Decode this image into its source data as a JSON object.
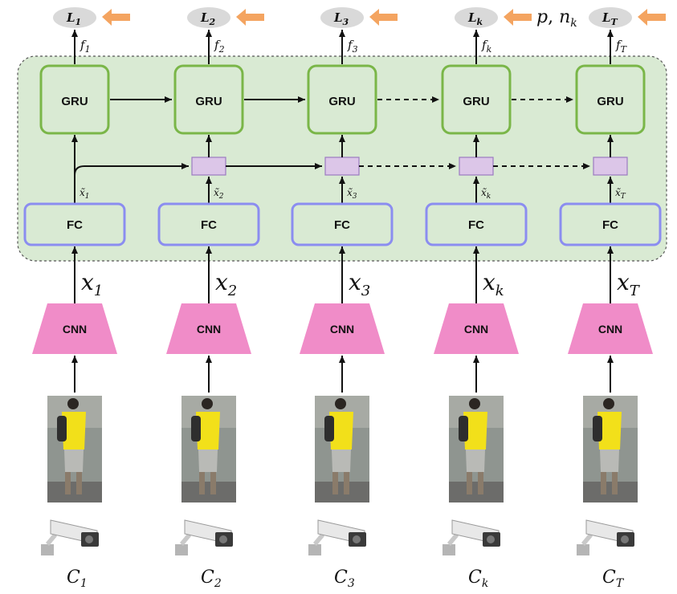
{
  "blocks": {
    "gru": "GRU",
    "fc": "FC",
    "cnn": "CNN"
  },
  "columns": [
    {
      "loss": "L",
      "loss_sub": "1",
      "f": "f",
      "f_sub": "1",
      "xt": "x̃",
      "xt_sub": "1",
      "x": "x",
      "x_sub": "1",
      "c": "C",
      "c_sub": "1"
    },
    {
      "loss": "L",
      "loss_sub": "2",
      "f": "f",
      "f_sub": "2",
      "xt": "x̃",
      "xt_sub": "2",
      "x": "x",
      "x_sub": "2",
      "c": "C",
      "c_sub": "2"
    },
    {
      "loss": "L",
      "loss_sub": "3",
      "f": "f",
      "f_sub": "3",
      "xt": "x̃",
      "xt_sub": "3",
      "x": "x",
      "x_sub": "3",
      "c": "C",
      "c_sub": "3"
    },
    {
      "loss": "L",
      "loss_sub": "k",
      "f": "f",
      "f_sub": "k",
      "xt": "x̃",
      "xt_sub": "k",
      "x": "x",
      "x_sub": "k",
      "c": "C",
      "c_sub": "k"
    },
    {
      "loss": "L",
      "loss_sub": "T",
      "f": "f",
      "f_sub": "T",
      "xt": "x̃",
      "xt_sub": "T",
      "x": "x",
      "x_sub": "T",
      "c": "C",
      "c_sub": "T"
    }
  ],
  "extra_label": {
    "p": "p",
    "sep": ", ",
    "n": "n",
    "n_sub": "k"
  },
  "colors": {
    "panel_fill": "#d9ead3",
    "gru_stroke": "#7ab648",
    "fc_fill": "#d9ead3",
    "fc_stroke": "#8b8df0",
    "merge_fill": "#dcc6e8",
    "merge_stroke": "#9b7bc0",
    "cnn_fill": "#f08cc8",
    "loss_fill": "#d9d9d9",
    "arrow_orange": "#f4a460"
  }
}
